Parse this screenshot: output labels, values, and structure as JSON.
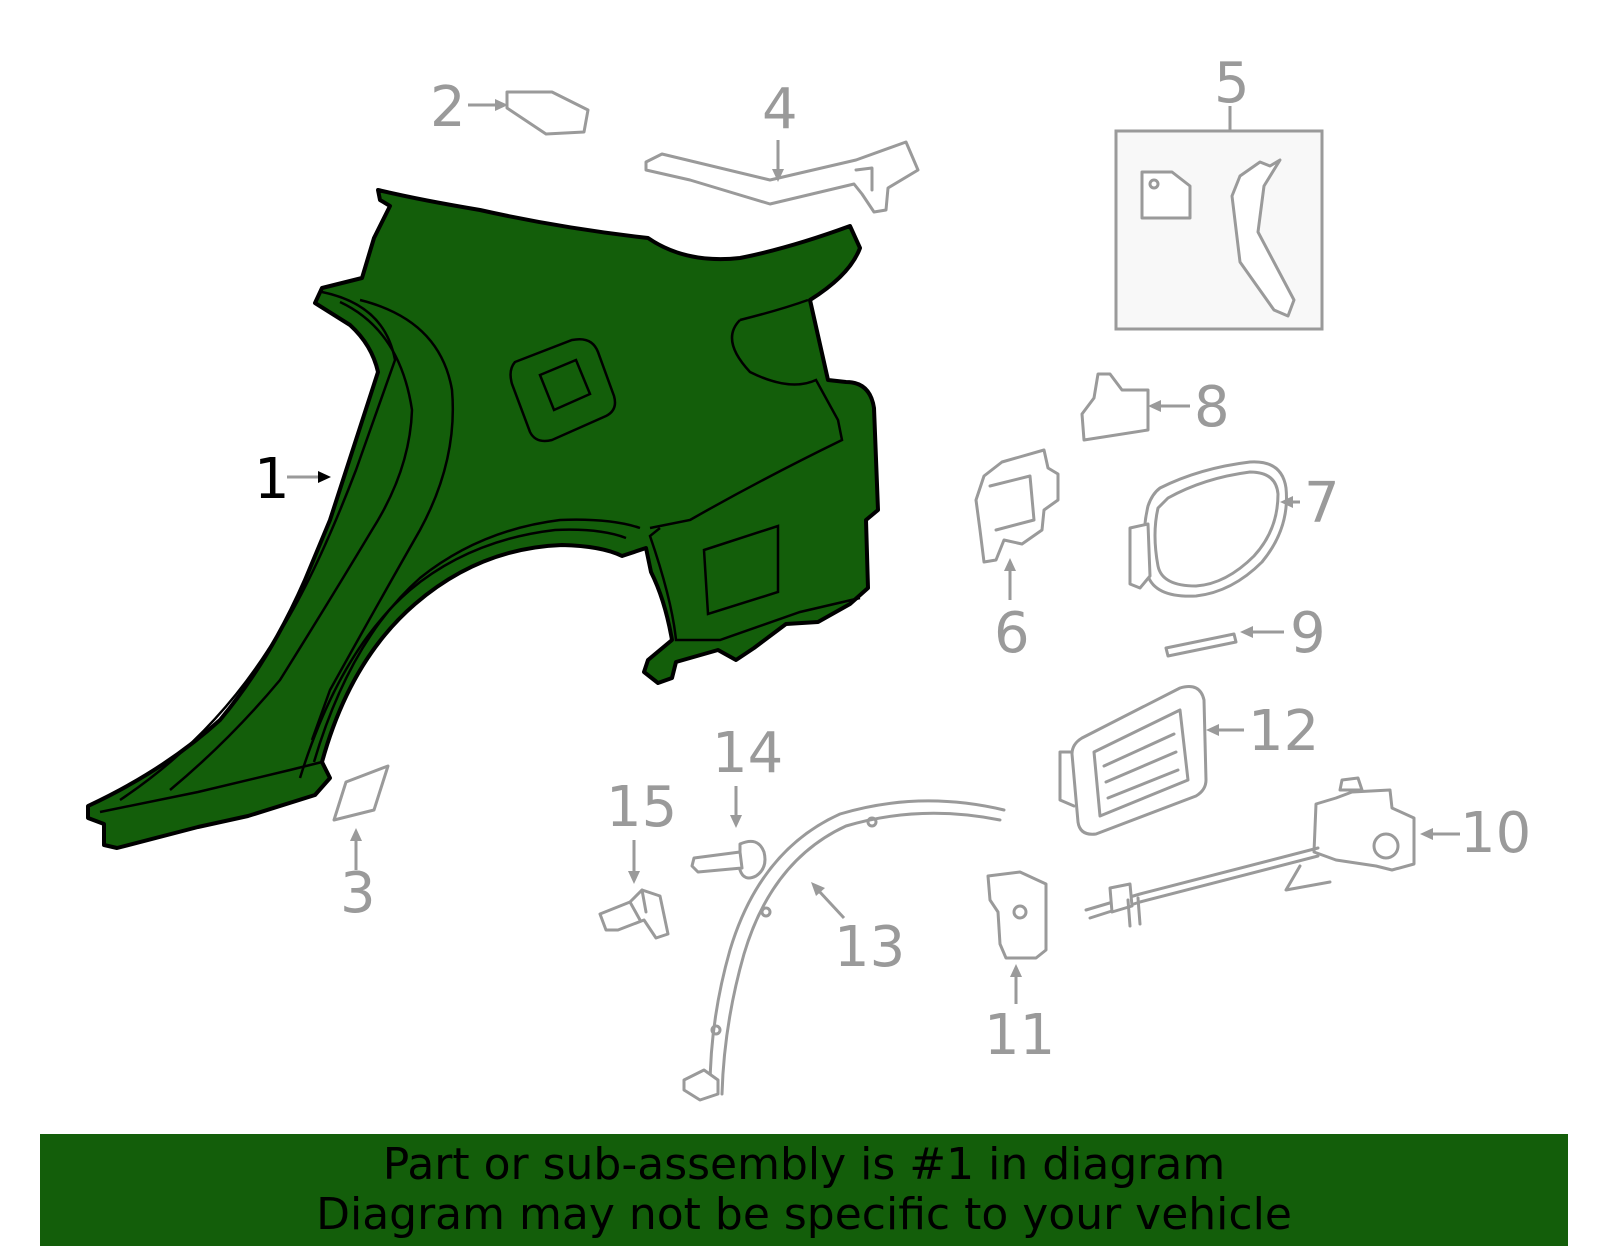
{
  "colors": {
    "highlight": "#135e0a",
    "ghost": "#9a9a9a",
    "banner_bg": "#135e0a",
    "banner_text": "#000000"
  },
  "diagram": {
    "highlighted_part": "1",
    "callouts": [
      {
        "id": "1",
        "label": "1",
        "part": "quarter-panel",
        "active": true
      },
      {
        "id": "2",
        "label": "2",
        "part": "upper-gusset"
      },
      {
        "id": "3",
        "label": "3",
        "part": "corner-patch"
      },
      {
        "id": "4",
        "label": "4",
        "part": "upper-rail"
      },
      {
        "id": "5",
        "label": "5",
        "part": "bracket-kit"
      },
      {
        "id": "6",
        "label": "6",
        "part": "inner-bracket"
      },
      {
        "id": "7",
        "label": "7",
        "part": "fuel-door"
      },
      {
        "id": "8",
        "label": "8",
        "part": "small-bracket"
      },
      {
        "id": "9",
        "label": "9",
        "part": "seal-strip"
      },
      {
        "id": "10",
        "label": "10",
        "part": "release-cable"
      },
      {
        "id": "11",
        "label": "11",
        "part": "spacer-block"
      },
      {
        "id": "12",
        "label": "12",
        "part": "fuel-housing"
      },
      {
        "id": "13",
        "label": "13",
        "part": "wheel-arch-molding"
      },
      {
        "id": "14",
        "label": "14",
        "part": "push-clip"
      },
      {
        "id": "15",
        "label": "15",
        "part": "retainer-clip"
      }
    ]
  },
  "banner": {
    "line1": "Part or sub-assembly is #1 in diagram",
    "line2": "Diagram may not be specific to your vehicle"
  }
}
